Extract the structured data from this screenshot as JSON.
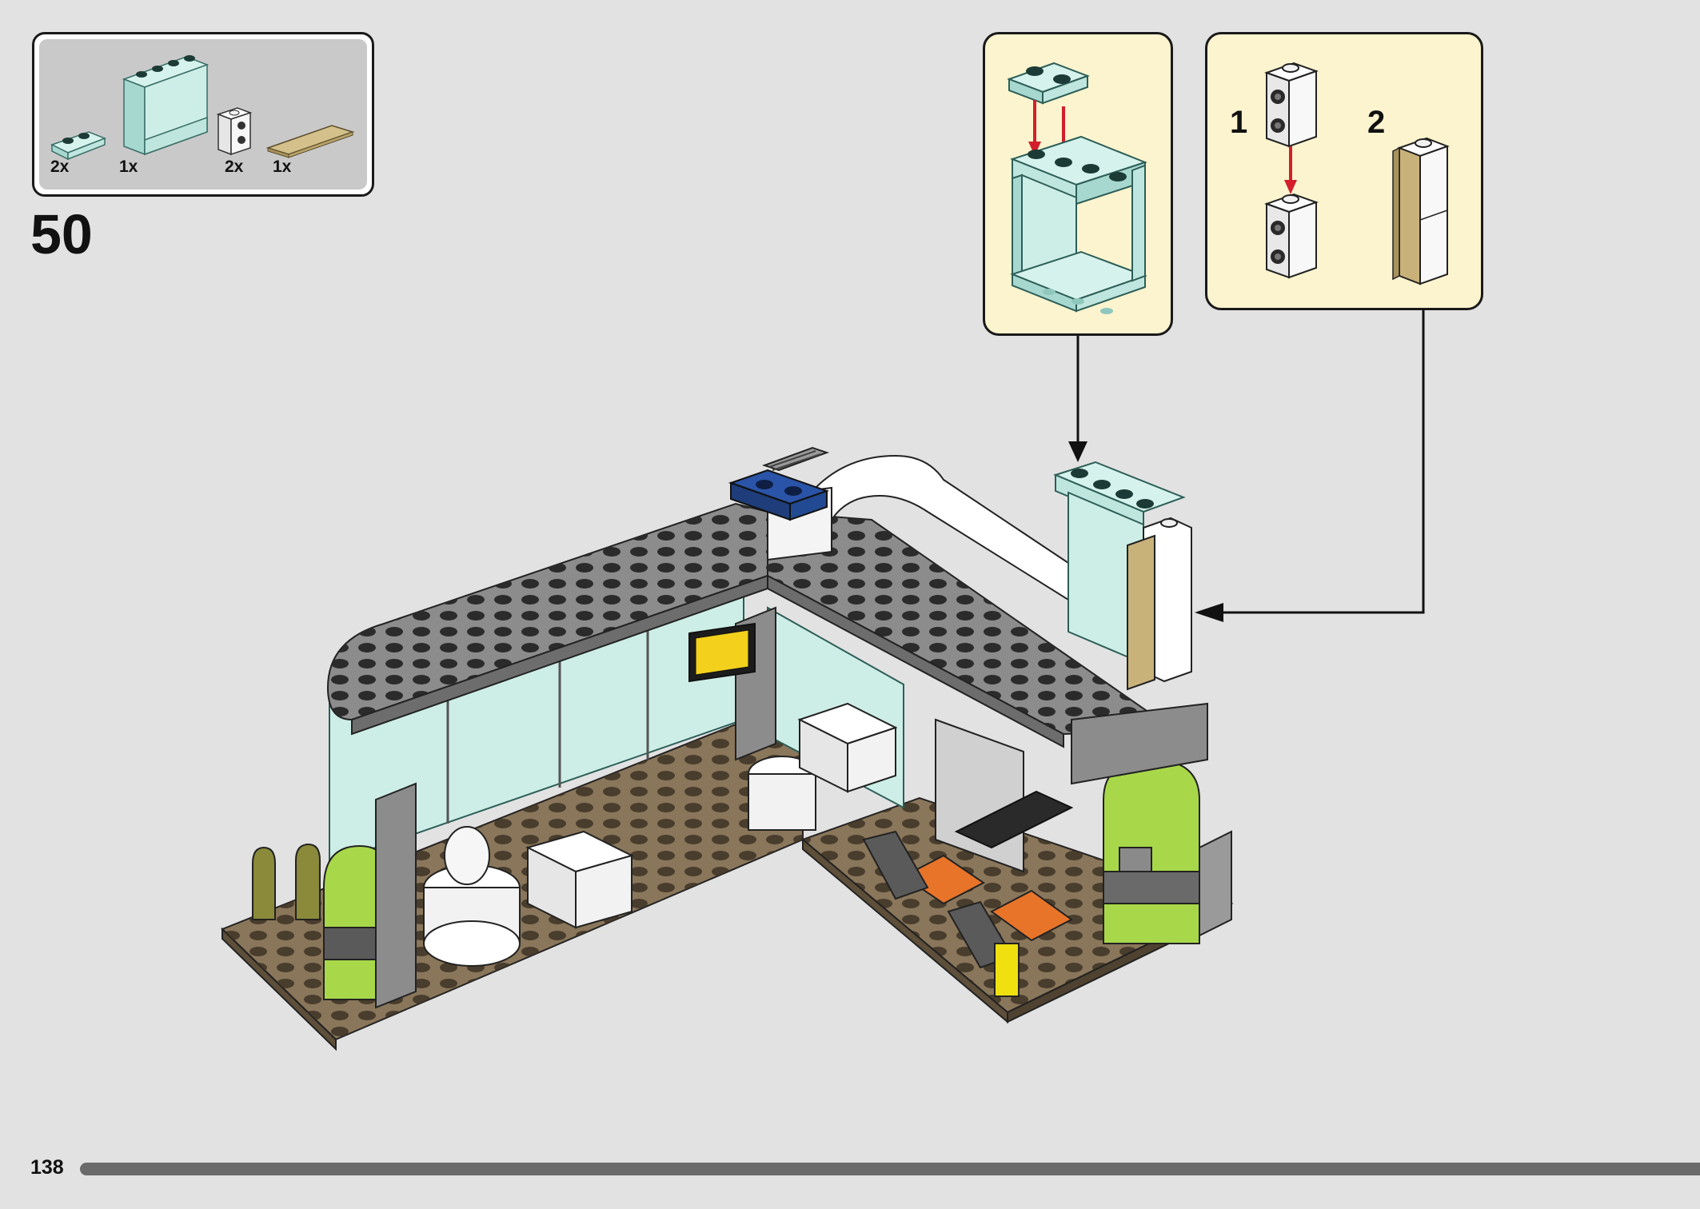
{
  "parts_list": {
    "items": [
      {
        "part": "1x2 trans-light-blue plate",
        "qty": "2x"
      },
      {
        "part": "1x4x3 trans-light-blue panel",
        "qty": "1x"
      },
      {
        "part": "1x1x2 white brick with side studs",
        "qty": "2x"
      },
      {
        "part": "1x4 tan tile",
        "qty": "1x"
      }
    ]
  },
  "step": {
    "number": "50"
  },
  "sub_steps": {
    "left": {
      "content": "plate onto panel"
    },
    "right": {
      "step1": "1",
      "step2": "2"
    }
  },
  "page": {
    "number": "138"
  },
  "colors": {
    "background": "#e2e2e2",
    "callout_fill": "#fbf4cf",
    "arrow_red": "#d21f2b",
    "progress_bar": "#6a6a6a",
    "baseplate": "#8a765a",
    "gray_bricks": "#8c8c8c",
    "trans_light_blue": "#cdeee6",
    "lime": "#a8d84a",
    "tan": "#c9b27a"
  }
}
